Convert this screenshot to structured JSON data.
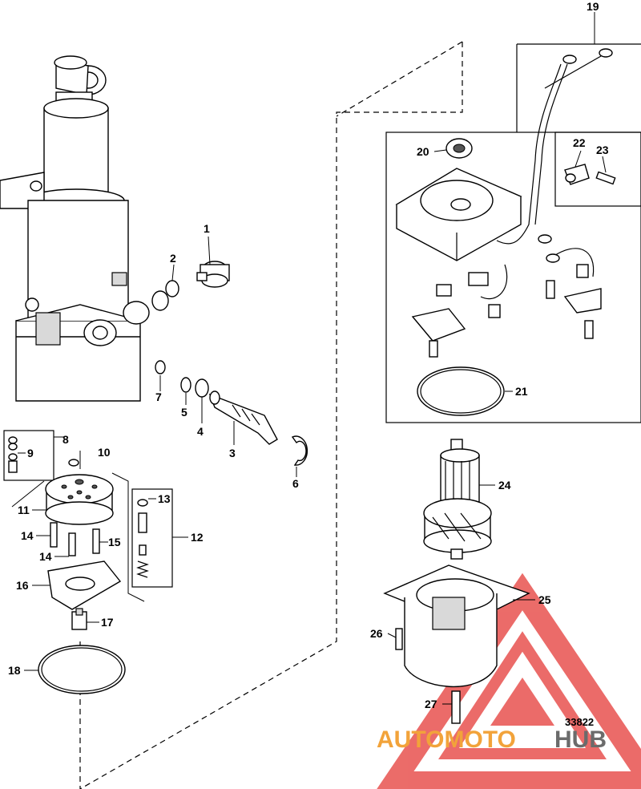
{
  "diagram_id": "33822",
  "watermark": {
    "part_a": "AUTOMOTO",
    "part_b": "HUB",
    "color_a": "#f2a33a",
    "color_b": "#6b6b6b",
    "triangle_color": "#e8524f"
  },
  "callouts": [
    {
      "id": "c1",
      "label": "1"
    },
    {
      "id": "c2",
      "label": "2"
    },
    {
      "id": "c3",
      "label": "3"
    },
    {
      "id": "c4",
      "label": "4"
    },
    {
      "id": "c5",
      "label": "5"
    },
    {
      "id": "c6",
      "label": "6"
    },
    {
      "id": "c7",
      "label": "7"
    },
    {
      "id": "c8",
      "label": "8"
    },
    {
      "id": "c9",
      "label": "9"
    },
    {
      "id": "c10",
      "label": "10"
    },
    {
      "id": "c11",
      "label": "11"
    },
    {
      "id": "c12",
      "label": "12"
    },
    {
      "id": "c13",
      "label": "13"
    },
    {
      "id": "c14a",
      "label": "14"
    },
    {
      "id": "c14b",
      "label": "14"
    },
    {
      "id": "c15",
      "label": "15"
    },
    {
      "id": "c16",
      "label": "16"
    },
    {
      "id": "c17",
      "label": "17"
    },
    {
      "id": "c18",
      "label": "18"
    },
    {
      "id": "c19",
      "label": "19"
    },
    {
      "id": "c20",
      "label": "20"
    },
    {
      "id": "c21",
      "label": "21"
    },
    {
      "id": "c22",
      "label": "22"
    },
    {
      "id": "c23",
      "label": "23"
    },
    {
      "id": "c24",
      "label": "24"
    },
    {
      "id": "c25",
      "label": "25"
    },
    {
      "id": "c26",
      "label": "26"
    },
    {
      "id": "c27",
      "label": "27"
    }
  ]
}
